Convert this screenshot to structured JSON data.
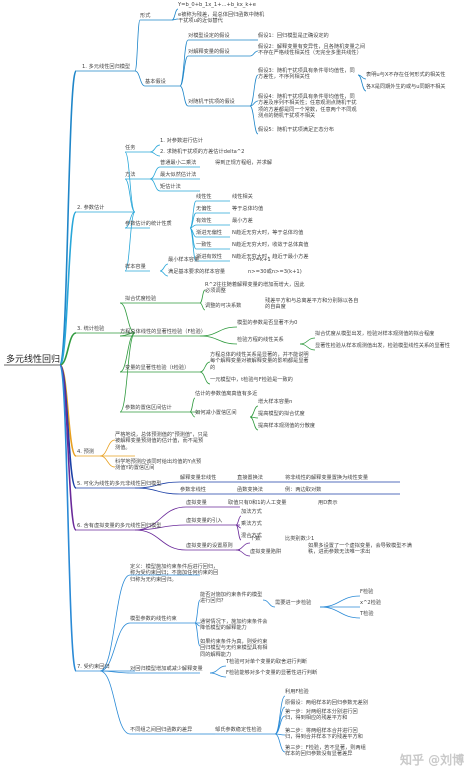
{
  "root": "多元线性回归",
  "watermark": "知乎 @刘博",
  "colors": {
    "c1": "#1f86c9",
    "c2": "#29a7d9",
    "c3": "#2f9a3e",
    "c4": "#e8a020",
    "c5": "#1b3fa6",
    "c6": "#6a2a9a",
    "c7": "#2a8ad6",
    "red": "#e53935"
  },
  "b1": {
    "label": "1. 多元线性回归模型",
    "form": "形式",
    "form_eq": "Y=b_0+b_1x_1+...+b_kx_k+e",
    "form_desc": "e被称为残差，是总体回归函数中随机干扰项u的近似替代",
    "basic": "基本假设",
    "a1": "对模型设定的假设",
    "a1v": "假设1：回归模型是正确设定的",
    "a2": "对解释变量的假设",
    "a2v": "假设2：解释变量有变异性，且各随机变量之间不存在严格线性相关性（无完全多重共线性）",
    "a3": "对随机干扰项的假设",
    "a3v1": "假设3：随机干扰项具有条件零均值性，同方差性，不序列相关性",
    "a3v1a": "表明u与X不存在任何形式的相关性",
    "a3v1b": "各X是同期外生的或与u同期不相关",
    "a3v2": "假设4：随机干扰项具有条件零均值性，同方差及序列不相关性；任意观测点随机干扰项的方差都是同一个常数，任意两个不同观测点的随机干扰项不相关",
    "a3v3": "假设5：随机干扰项满足正态分布"
  },
  "b2": {
    "label": "2. 参数估计",
    "task": "任务",
    "task1": "1. 对参数进行估计",
    "task2": "2. 求随机干扰项的方差估计delta^2",
    "method": "方法",
    "m1": "普通最小二乘法",
    "m1n": "得到正规方程组，并求解",
    "m2": "最大似然估计法",
    "m3": "矩估计法",
    "stat": "参数估计的统计性质",
    "s": [
      [
        "线性性",
        "线性相关"
      ],
      [
        "无偏性",
        "等于总体均值"
      ],
      [
        "有效性",
        "最小方差"
      ],
      [
        "渐进无偏性",
        "N趋近无穷大时，等于总体均值"
      ],
      [
        "一致性",
        "N趋近无穷大时，收敛于总体真值"
      ],
      [
        "渐进有效性",
        "N趋近无穷大时，趋近于最小方差"
      ]
    ],
    "sample": "样本容量",
    "sm1": "最小样本容量",
    "sm1v": "n>=k+1",
    "sm2": "满足基本要求的样本容量",
    "sm2v": "n>=30或n>=3(k+1)"
  },
  "b3": {
    "label": "3. 统计检验",
    "fit": "拟合优度检验",
    "fit1": "R^2往往随着解释变量的增加而增大，因此必须调整",
    "fit2": "调整的可决系数",
    "fit3": "残差平方和与总离差平方和分别除以各自的自由度",
    "f": "方程总体线性的显著性检验（F检验）",
    "f1": "模型的参数是否显著不为0",
    "f2": "检验方程的线性关系",
    "f2a": "拟合优度从模型出发，检验对样本观测值的拟合程度",
    "f2b": "显著性检验从样本观测值出发，检验模型线性关系的显著性",
    "t": "变量的显著性检验（t检验）",
    "t1": "方程总体的线性关系是显著的，并不能说明每个解释变量对被解释变量的影响都是显著的",
    "t2": "一元模型中，t检验与F检验是一致的",
    "ci": "参数的置信区间估计",
    "ci1": "估计的参数值离真值有多近",
    "ci2": "如何减小置信区间",
    "ci2a": "增大样本容量n",
    "ci2b": "提高模型的拟合优度",
    "ci2c": "提高样本观测值的分散度"
  },
  "b4": {
    "label": "4. 预测",
    "p1": "严格地说，总体预测值的\"预测值\"，只是被解释变量预测值的估计值，而不是预测值。",
    "p2": "科学地预测应该同时给出均值的Y点预测值Y的置信区间"
  },
  "b5": {
    "label": "5. 可化为线性的多元非线性回归模型",
    "r1": "解释变量非线性",
    "r1v": "直接置换法",
    "r1w": "将非线性的解释变量置换为线性变量",
    "r2": "参数非线性",
    "r2v": "函数变换法",
    "r2w": "例：两边取对数"
  },
  "b6": {
    "label": "6. 含有虚拟变量的多元线性回归模型",
    "d1": "虚拟变量",
    "d1v": "取值只有0和1的人工变量",
    "d1w": "用D表示",
    "d2": "虚拟变量的引入",
    "d2a": "加法方式",
    "d2b": "乘法方式",
    "d2c": "混合方式",
    "d3": "虚拟变量的设置原则",
    "d3a": "个数",
    "d3aw": "比类别数少1",
    "d3b": "虚拟变量陷阱",
    "d3bw": "如果多设置了一个虚拟变量，会导致模型不满秩，进而参数无法唯一求出"
  },
  "b7": {
    "label": "7. 受约束回归",
    "def": "定义：模型施加约束条件后进行回归，称为受约束回归；不施加任何约束的回归称为无约束回归。",
    "lin": "模型参数的线性约束",
    "lin1": "能否对施加约束条件的模型进行回归?",
    "lin1a": "需要进一步检验",
    "lin1b": "F检验",
    "lin1c": "x^2检验",
    "lin1d": "T检验",
    "lin2": "通常情况下，施加约束条件会降低模型的解释能力",
    "lin3": "如果约束条件为真，则受约束回归模型与无约束模型具有相同的解释能力",
    "add": "对回归模型增加或减少解释变量",
    "add1": "T检验可对单个变量的取舍进行判断",
    "add2": "F检验能够对多个变量的显著性进行判断",
    "chow": "不同组之间回归函数的差异",
    "chow1": "邹氏参数稳定性检验",
    "chow1a": "利用F检验",
    "chow1b": "原假设：两组样本的回归参数无差别",
    "chow1c": "第一步：对两组样本分别进行回归，得到相应的残差平方和",
    "chow1d": "第二步：将两组样本合并进行回归，得到合并样本下的残差平方和",
    "chow1e": "第三步：F检验，若不显著，则两组样本的回归参数没有显著差异"
  }
}
